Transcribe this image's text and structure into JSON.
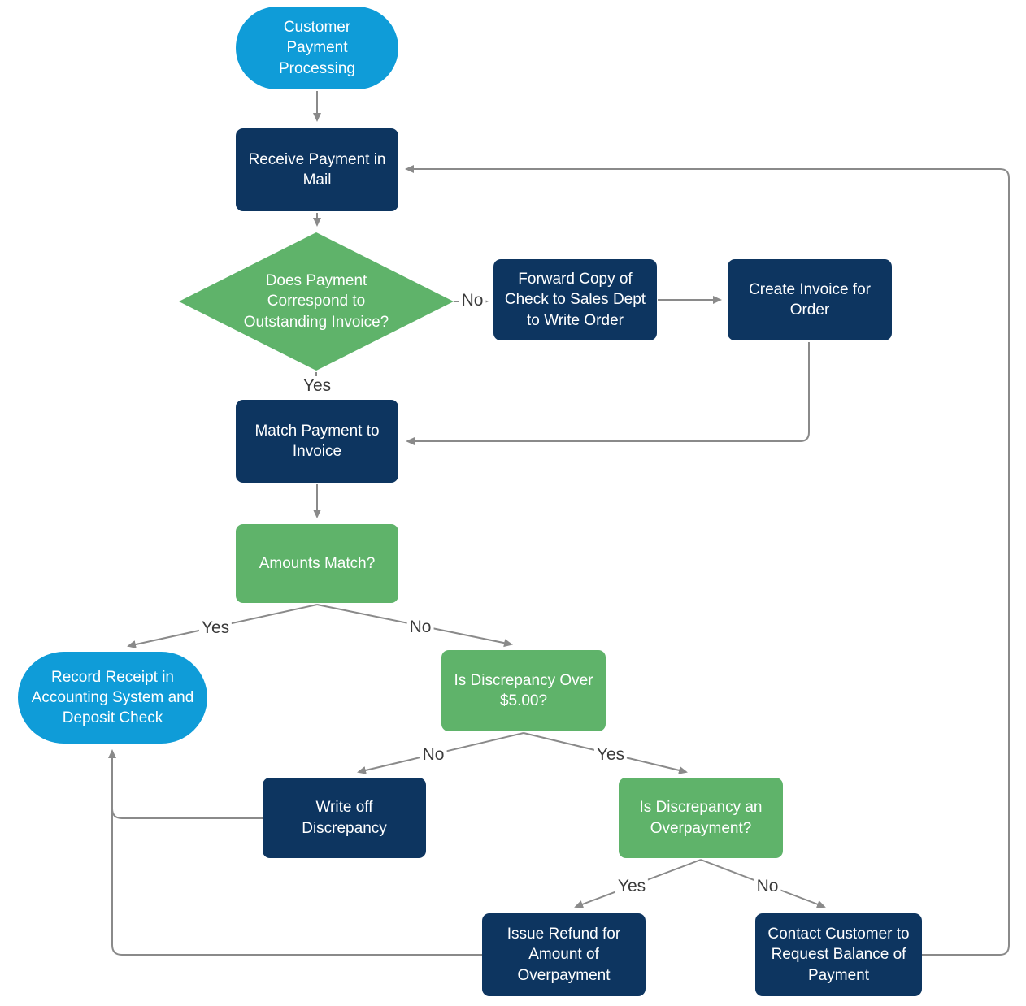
{
  "diagram": {
    "title": "Customer Payment Processing",
    "colors": {
      "terminator": "#0f9cd8",
      "process": "#0d3560",
      "decision": "#5fb36a",
      "edge": "#8a8a8a",
      "edge_label": "#3b3b3b",
      "node_text": "#ffffff",
      "background": "#ffffff"
    },
    "nodes": {
      "start": {
        "label": "Customer Payment Processing"
      },
      "receive_payment": {
        "label": "Receive Payment in Mail"
      },
      "invoice_decision": {
        "label": "Does Payment Correspond to Outstanding Invoice?"
      },
      "forward_copy": {
        "label": "Forward Copy of Check to Sales Dept to Write Order"
      },
      "create_invoice": {
        "label": "Create Invoice for Order"
      },
      "match_payment": {
        "label": "Match Payment to Invoice"
      },
      "amounts_match": {
        "label": "Amounts Match?"
      },
      "record_receipt": {
        "label": "Record Receipt in Accounting System and Deposit Check"
      },
      "discrepancy_over_5": {
        "label": "Is Discrepancy Over $5.00?"
      },
      "write_off": {
        "label": "Write off Discrepancy"
      },
      "overpayment_decision": {
        "label": "Is Discrepancy an Overpayment?"
      },
      "issue_refund": {
        "label": "Issue Refund for Amount of Overpayment"
      },
      "contact_customer": {
        "label": "Contact Customer to Request Balance of Payment"
      }
    },
    "edge_labels": {
      "invoice_no": "No",
      "invoice_yes": "Yes",
      "amounts_yes": "Yes",
      "amounts_no": "No",
      "discrepancy_no": "No",
      "discrepancy_yes": "Yes",
      "overpayment_yes": "Yes",
      "overpayment_no": "No"
    }
  }
}
